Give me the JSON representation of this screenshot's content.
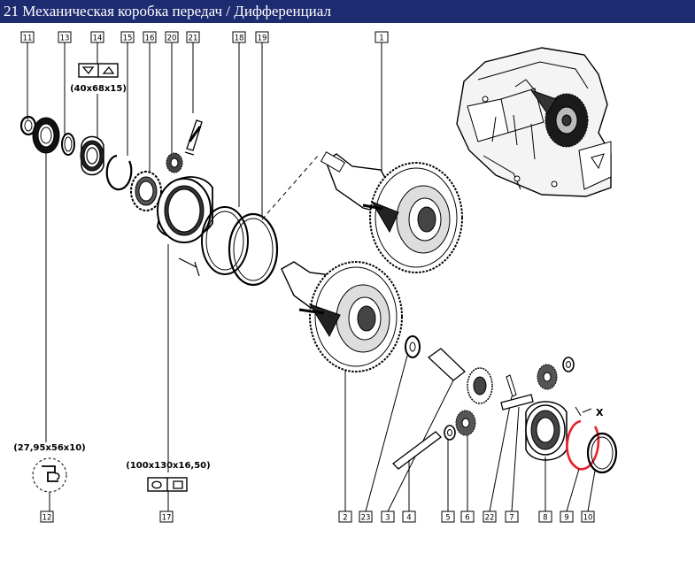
{
  "title": "21 Механическая коробка передач / Дифференциал",
  "labels": {
    "p1": "1",
    "p2": "2",
    "p3": "3",
    "p4": "4",
    "p5": "5",
    "p6": "6",
    "p7": "7",
    "p8": "8",
    "p9": "9",
    "p10": "10",
    "p11": "11",
    "p12": "12",
    "p13": "13",
    "p14": "14",
    "p15": "15",
    "p16": "16",
    "p17": "17",
    "p18": "18",
    "p19": "19",
    "p20": "20",
    "p21": "21",
    "p22": "22",
    "p23": "23"
  },
  "dimensions": {
    "bearing_14": "(40x68x15)",
    "seal_12": "(27,95x56x10)",
    "seal_17": "(100x130x16,50)"
  },
  "annotations": {
    "x_mark": "X"
  },
  "highlight_color": "#e8202a"
}
